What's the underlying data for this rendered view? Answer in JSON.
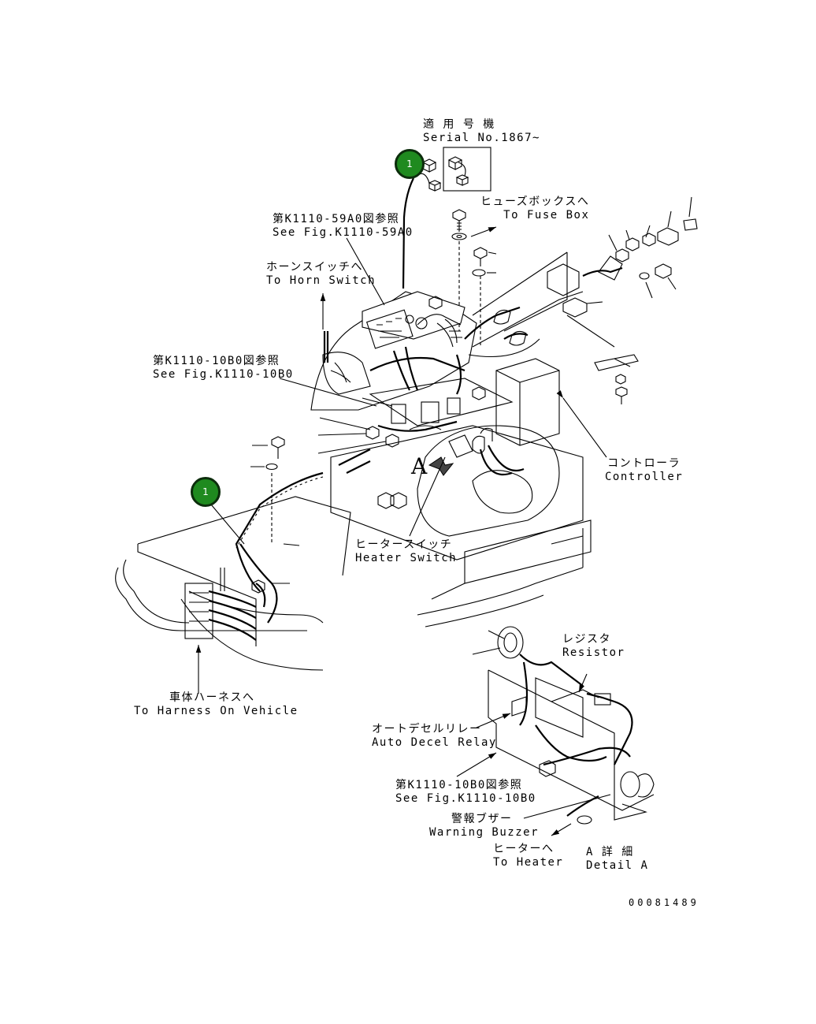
{
  "callouts": [
    {
      "number": "1"
    },
    {
      "number": "1"
    }
  ],
  "labels": {
    "serial": {
      "jp": "適 用 号 機",
      "en": "Serial No.1867~"
    },
    "fig_59a0": {
      "jp": "第K1110-59A0図参照",
      "en": "See Fig.K1110-59A0"
    },
    "fuse_box": {
      "jp": "ヒューズボックスへ",
      "en": "To Fuse Box"
    },
    "horn_switch": {
      "jp": "ホーンスイッチへ",
      "en": "To Horn Switch"
    },
    "fig_10b0": {
      "jp": "第K1110-10B0図参照",
      "en": "See Fig.K1110-10B0"
    },
    "controller": {
      "jp": "コントローラ",
      "en": "Controller"
    },
    "heater_switch": {
      "jp": "ヒータースイッチ",
      "en": "Heater Switch"
    },
    "harness_vehicle": {
      "jp": "車体ハーネスへ",
      "en": "To Harness On Vehicle"
    },
    "resistor": {
      "jp": "レジスタ",
      "en": "Resistor"
    },
    "auto_decel": {
      "jp": "オートデセルリレー",
      "en": "Auto Decel Relay"
    },
    "fig_10b0_detail": {
      "jp": "第K1110-10B0図参照",
      "en": "See Fig.K1110-10B0"
    },
    "warning_buzzer": {
      "jp": "警報ブザー",
      "en": "Warning Buzzer"
    },
    "to_heater": {
      "jp": "ヒーターへ",
      "en": "To Heater"
    },
    "detail_a": {
      "jp": "A 詳 細",
      "en": "Detail A"
    },
    "view_letter": "A",
    "drawing_number": "00081489"
  },
  "colors": {
    "callout_fill": "#1f8a1f",
    "callout_border": "#0c2d0c",
    "line": "#000000"
  }
}
